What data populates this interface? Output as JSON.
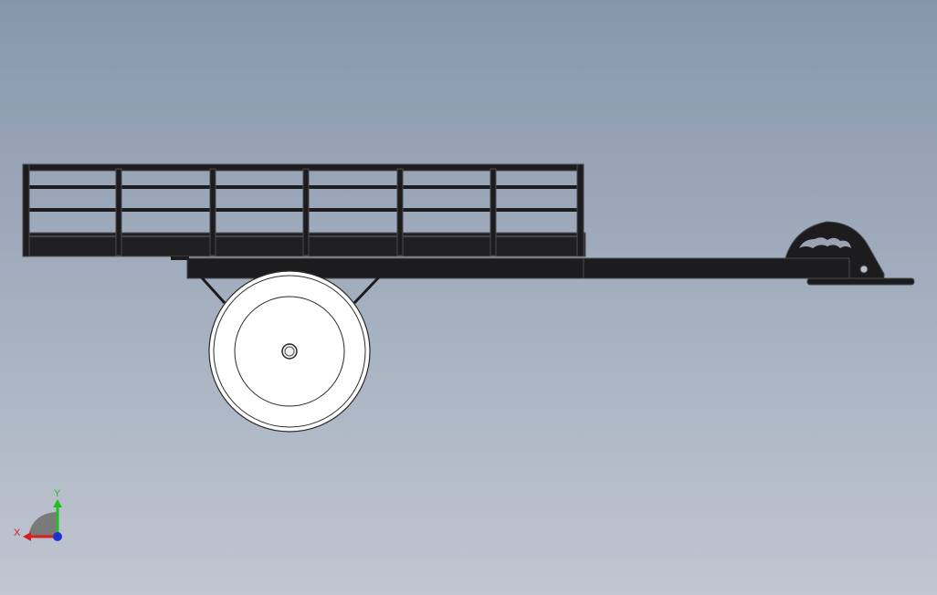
{
  "viewport": {
    "model": "trailer-side-view",
    "colors": {
      "background_top": "#8797ab",
      "background_bottom": "#c1c6d0",
      "frame": "#1c1c1e",
      "frame_edge": "#4a4a4e",
      "wheel": "#ffffff",
      "wheel_outline": "#2a2a2a"
    }
  },
  "triad": {
    "x_label": "X",
    "y_label": "Y",
    "colors": {
      "x": "#d42020",
      "y": "#20c020",
      "z": "#2030d0",
      "plane": "#7a7a7a"
    }
  }
}
